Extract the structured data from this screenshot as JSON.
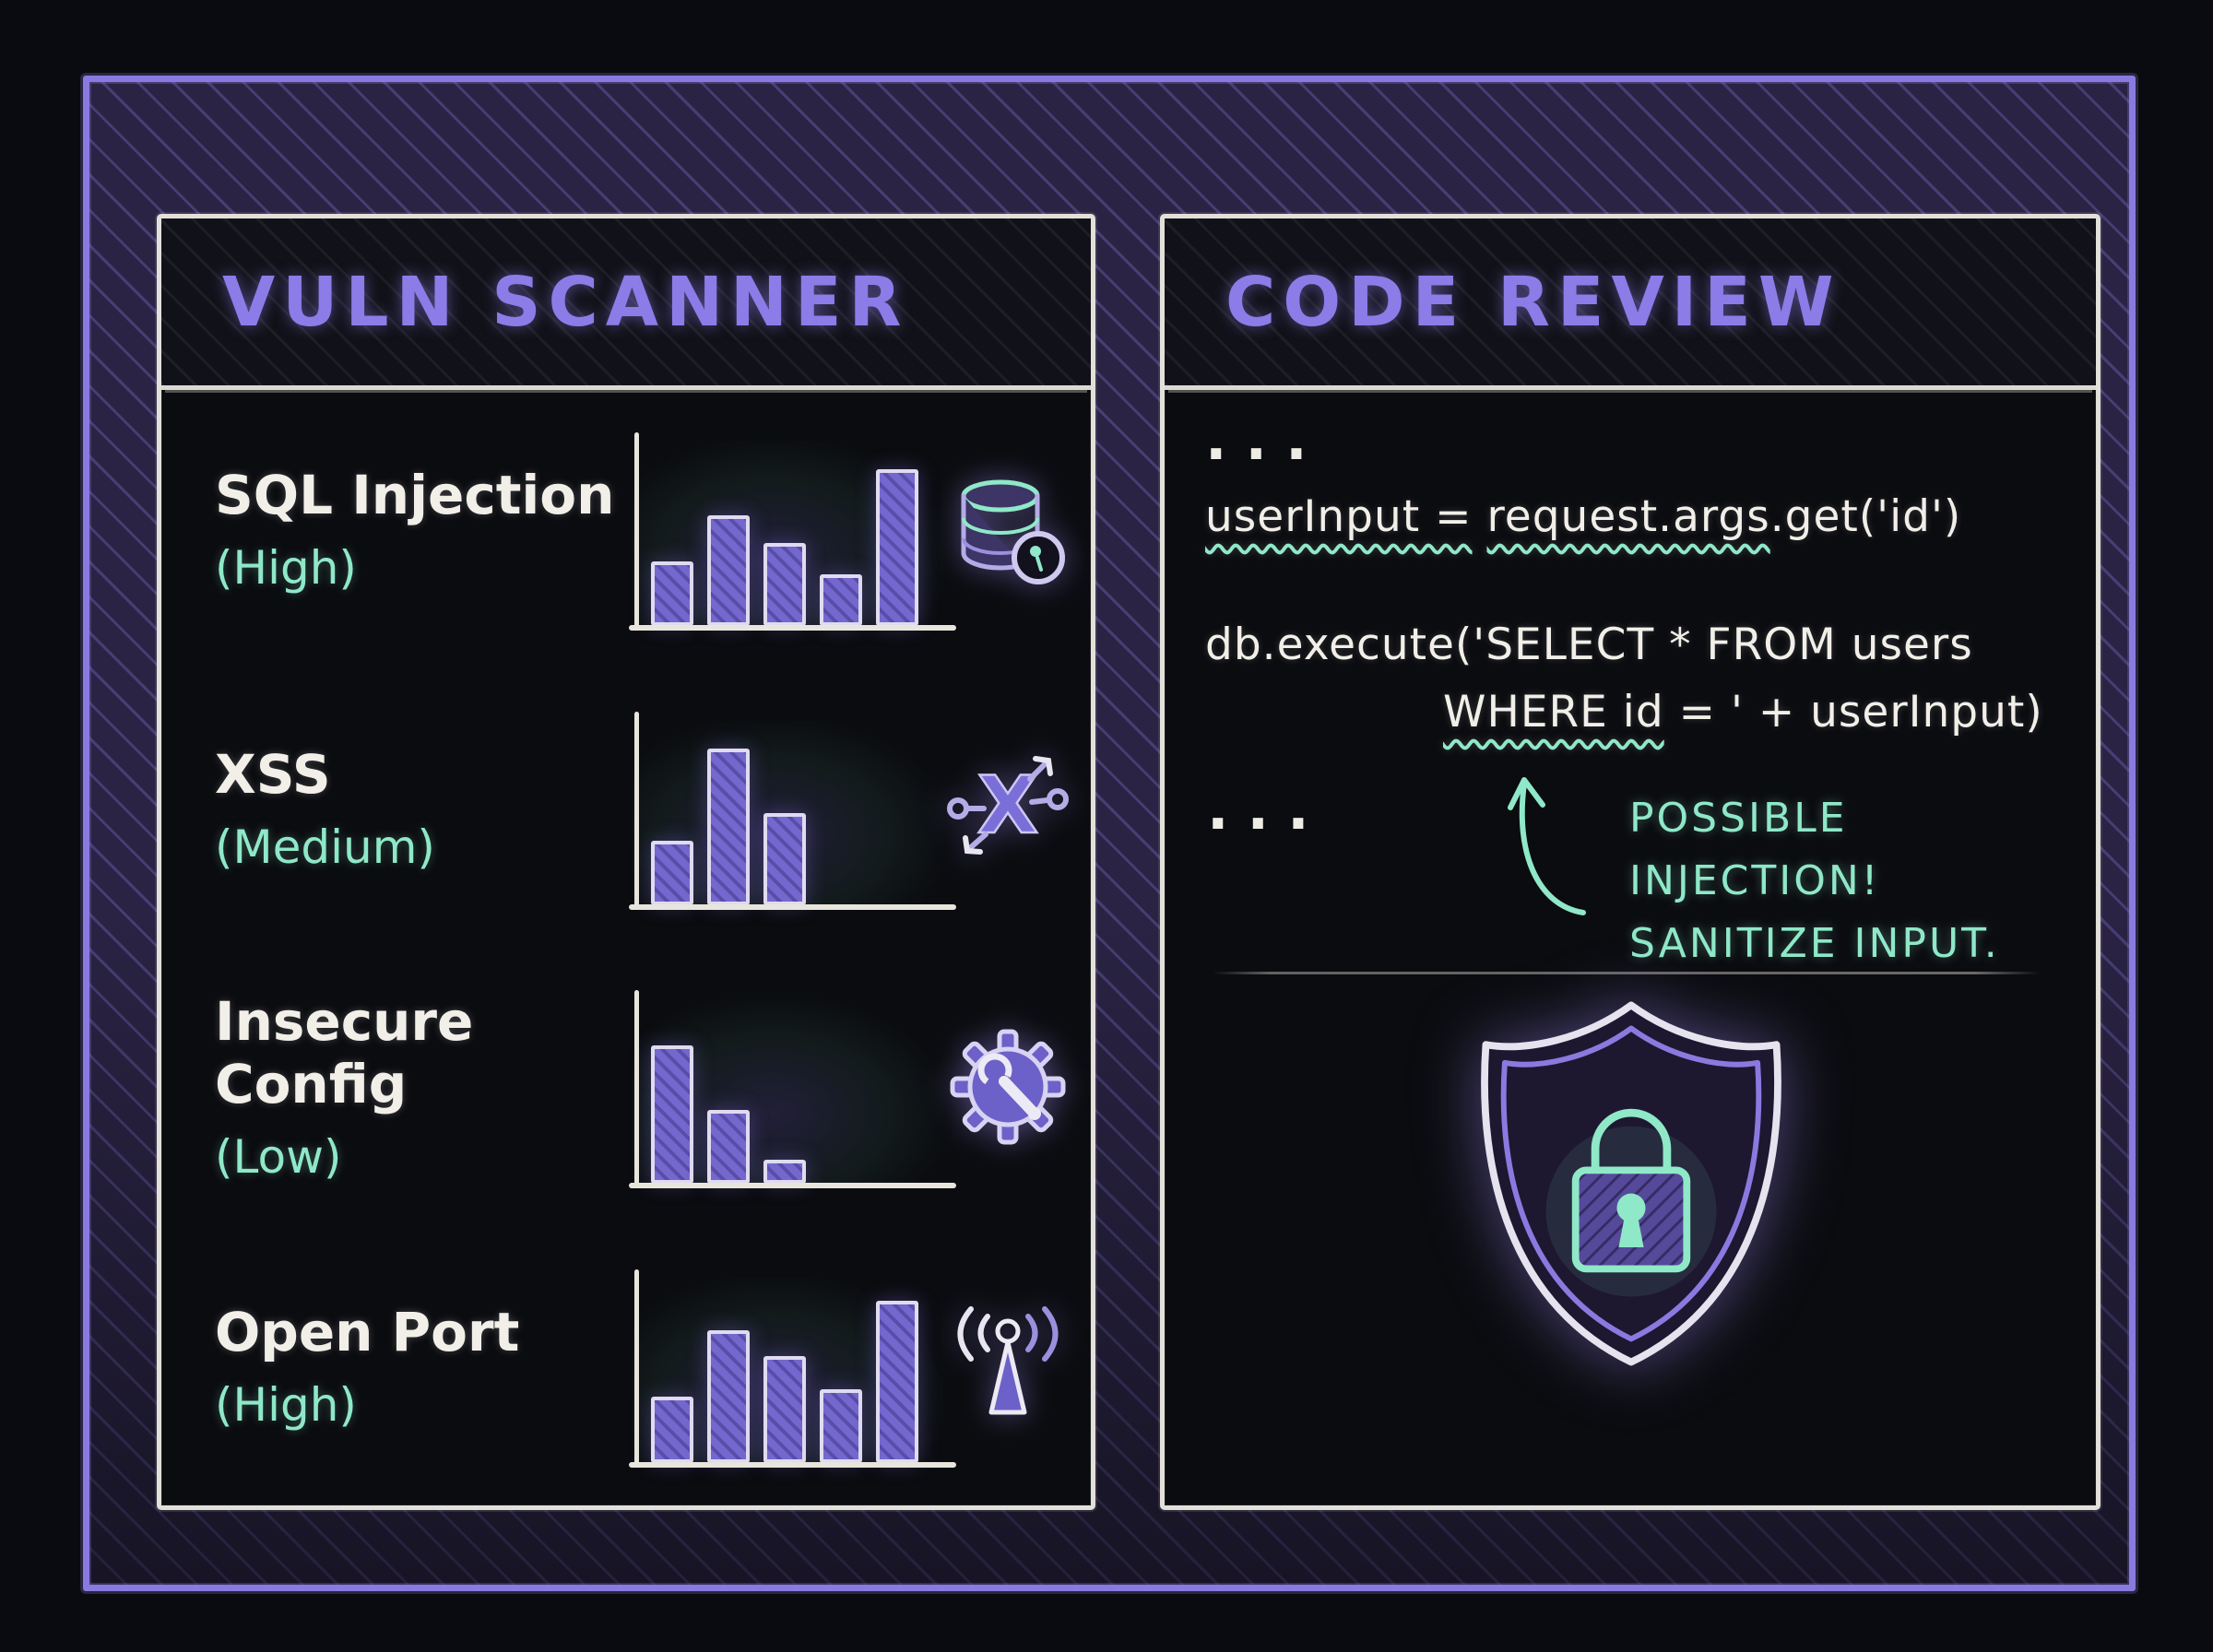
{
  "colors": {
    "accent_purple": "#8b7ce8",
    "frame_purple": "#8a7ae0",
    "chalk_white": "#f2efe9",
    "teal": "#8fe8c8",
    "bar_purple": "#7468cf"
  },
  "vuln_scanner": {
    "title": "VULN SCANNER",
    "findings": [
      {
        "name": "SQL Injection",
        "severity": "(High)",
        "icon": "database-scan-icon",
        "bars": [
          35,
          60,
          45,
          28,
          85
        ]
      },
      {
        "name": "XSS",
        "severity": "(Medium)",
        "icon": "xss-cross-icon",
        "bars": [
          35,
          85,
          50
        ]
      },
      {
        "name": "Insecure Config",
        "severity": "(Low)",
        "icon": "gear-wrench-icon",
        "bars": [
          75,
          40,
          13
        ]
      },
      {
        "name": "Open Port",
        "severity": "(High)",
        "icon": "antenna-icon",
        "bars": [
          36,
          72,
          58,
          40,
          88
        ]
      }
    ]
  },
  "code_review": {
    "title": "CODE REVIEW",
    "dots_top": "...",
    "line1": {
      "t1": "userInput =",
      "t2": " ",
      "t3": "request.args",
      "t4": ".get('id')"
    },
    "line2": "db.execute('SELECT * FROM users",
    "line3": {
      "t1": "WHERE id",
      "t2": " = ' + userInput)"
    },
    "dots_mid": "...",
    "callout": {
      "line1": "POSSIBLE INJECTION!",
      "line2": "SANITIZE INPUT."
    },
    "arrow_icon": "curved-arrow-icon",
    "shield_icon": "shield-lock-icon"
  }
}
